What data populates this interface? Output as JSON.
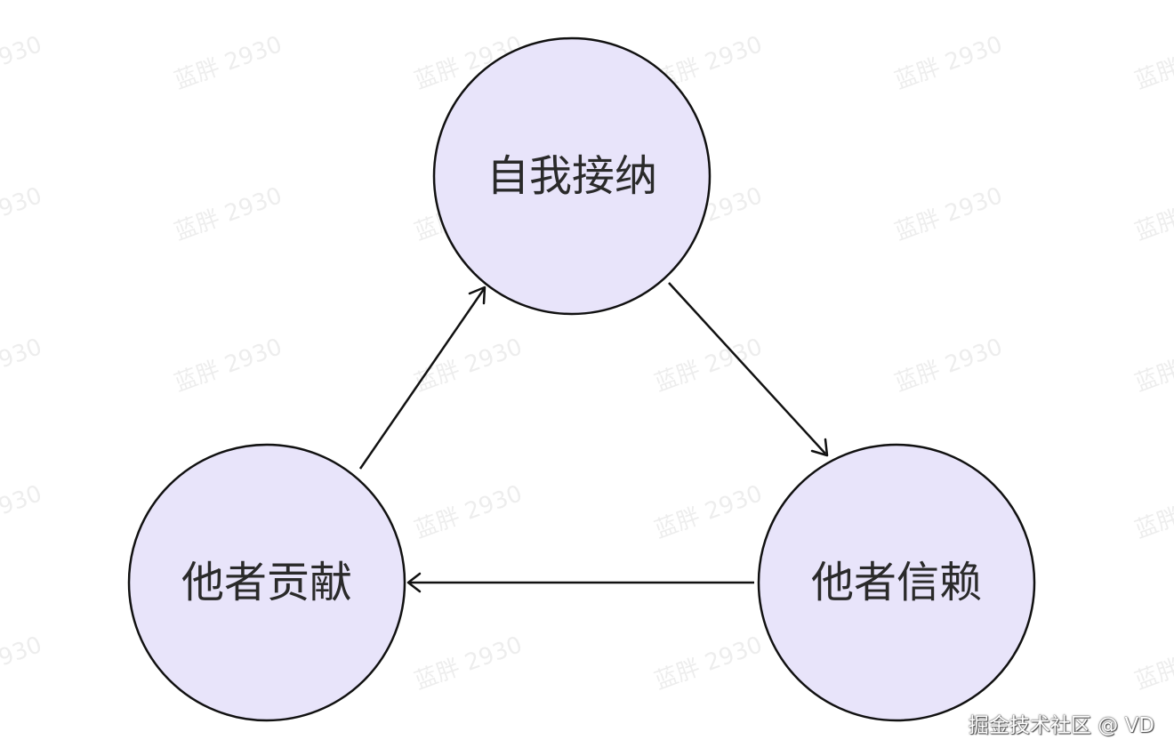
{
  "diagram": {
    "nodes": [
      {
        "id": "top",
        "label": "自我接纳"
      },
      {
        "id": "right",
        "label": "他者信赖"
      },
      {
        "id": "left",
        "label": "他者贡献"
      }
    ],
    "edges": [
      {
        "from": "top",
        "to": "right"
      },
      {
        "from": "right",
        "to": "left"
      },
      {
        "from": "left",
        "to": "top"
      }
    ]
  },
  "watermark": {
    "text": "蓝胖 2930"
  },
  "credit": {
    "text": "掘金技术社区 @ VD"
  },
  "colors": {
    "node_fill": "#e8e4fa",
    "stroke": "#111111",
    "label": "#2a2a2a"
  }
}
